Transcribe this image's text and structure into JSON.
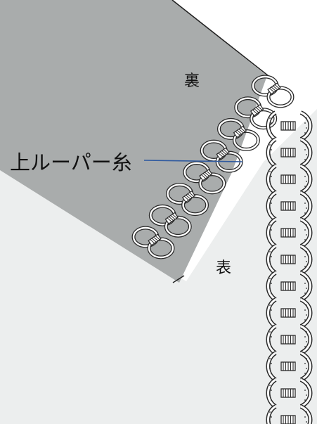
{
  "diagram": {
    "back_side_label": "裏",
    "front_side_label": "表",
    "callout_label": "上ルーパー糸",
    "colors": {
      "back_fabric": "#a9acac",
      "front_fabric": "#eceeee",
      "page": "#ffffff",
      "stitch_outline": "#2a2a2a",
      "stitch_fill": "#ffffff",
      "callout_line": "#2f5aa0"
    }
  }
}
